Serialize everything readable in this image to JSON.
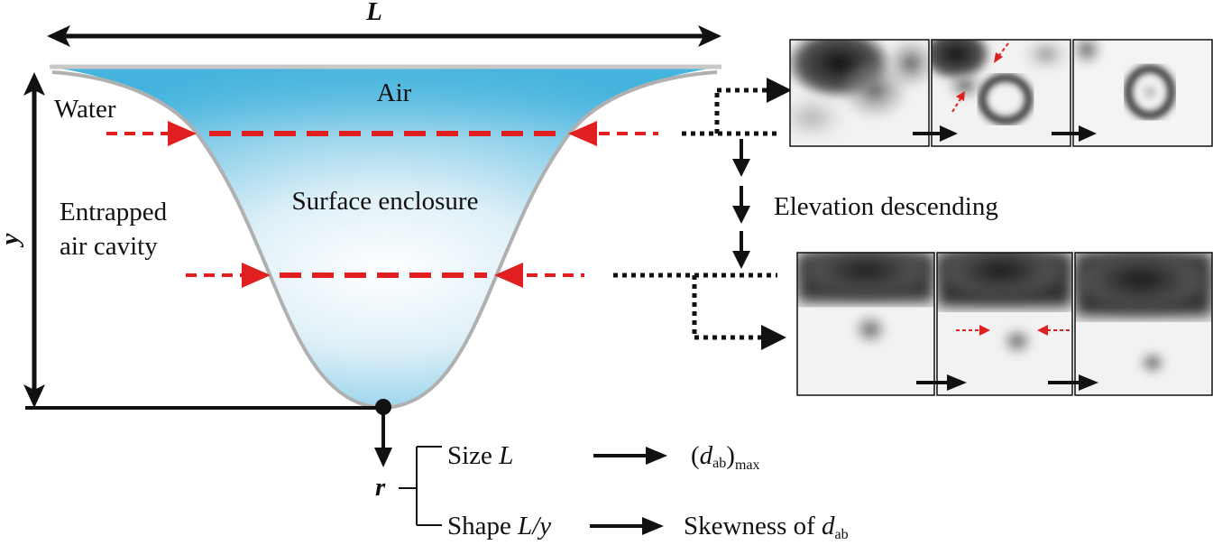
{
  "labels": {
    "length_symbol": "L",
    "depth_symbol": "y",
    "air": "Air",
    "water": "Water",
    "surface_enclosure": "Surface enclosure",
    "entrapped_line1": "Entrapped",
    "entrapped_line2": "air cavity",
    "elevation_descending": "Elevation descending",
    "r_symbol": "r"
  },
  "branches": {
    "size": {
      "prefix": "Size ",
      "symbol": "L",
      "result_open": "(",
      "result_symbol": "d",
      "result_sub": "ab",
      "result_close": ")",
      "result_sub2": "max"
    },
    "shape": {
      "prefix": "Shape ",
      "symbol": "L/y",
      "result_text": "Skewness of ",
      "result_symbol": "d",
      "result_sub": "ab"
    }
  },
  "colors": {
    "arrow_red": "#e02020",
    "cavity_top": "#4bb4dc",
    "cavity_mid": "#ffffff",
    "outline": "#b0b0b0",
    "black": "#111111"
  },
  "image_panels": {
    "upper_row_count": 3,
    "lower_row_count": 3
  }
}
